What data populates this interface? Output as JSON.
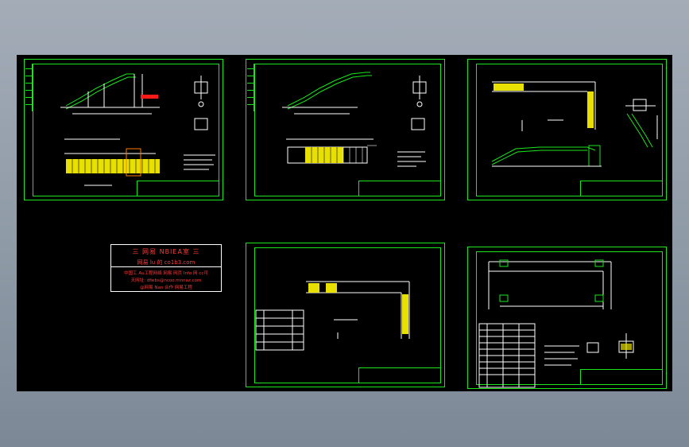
{
  "app": {
    "background_color": "#000000",
    "sheet_border_color": "#19e61c"
  },
  "info_box": {
    "line1": "三 网易 NBIEA室 三",
    "line2": "网易 lu 的   co1b3.com",
    "line3": "中国工 Au工程网络 网易 网页 Info   网 cc可",
    "line4": "天网址: dfwbs@ncoo.mnnaz.com",
    "line5": "@网易 Nan 合作 网易工程"
  },
  "sheets": [
    {
      "id": "sheet-1",
      "title_block": ""
    },
    {
      "id": "sheet-2",
      "title_block": ""
    },
    {
      "id": "sheet-3",
      "title_block": ""
    },
    {
      "id": "sheet-4",
      "title_block": ""
    },
    {
      "id": "sheet-5",
      "title_block": ""
    }
  ]
}
